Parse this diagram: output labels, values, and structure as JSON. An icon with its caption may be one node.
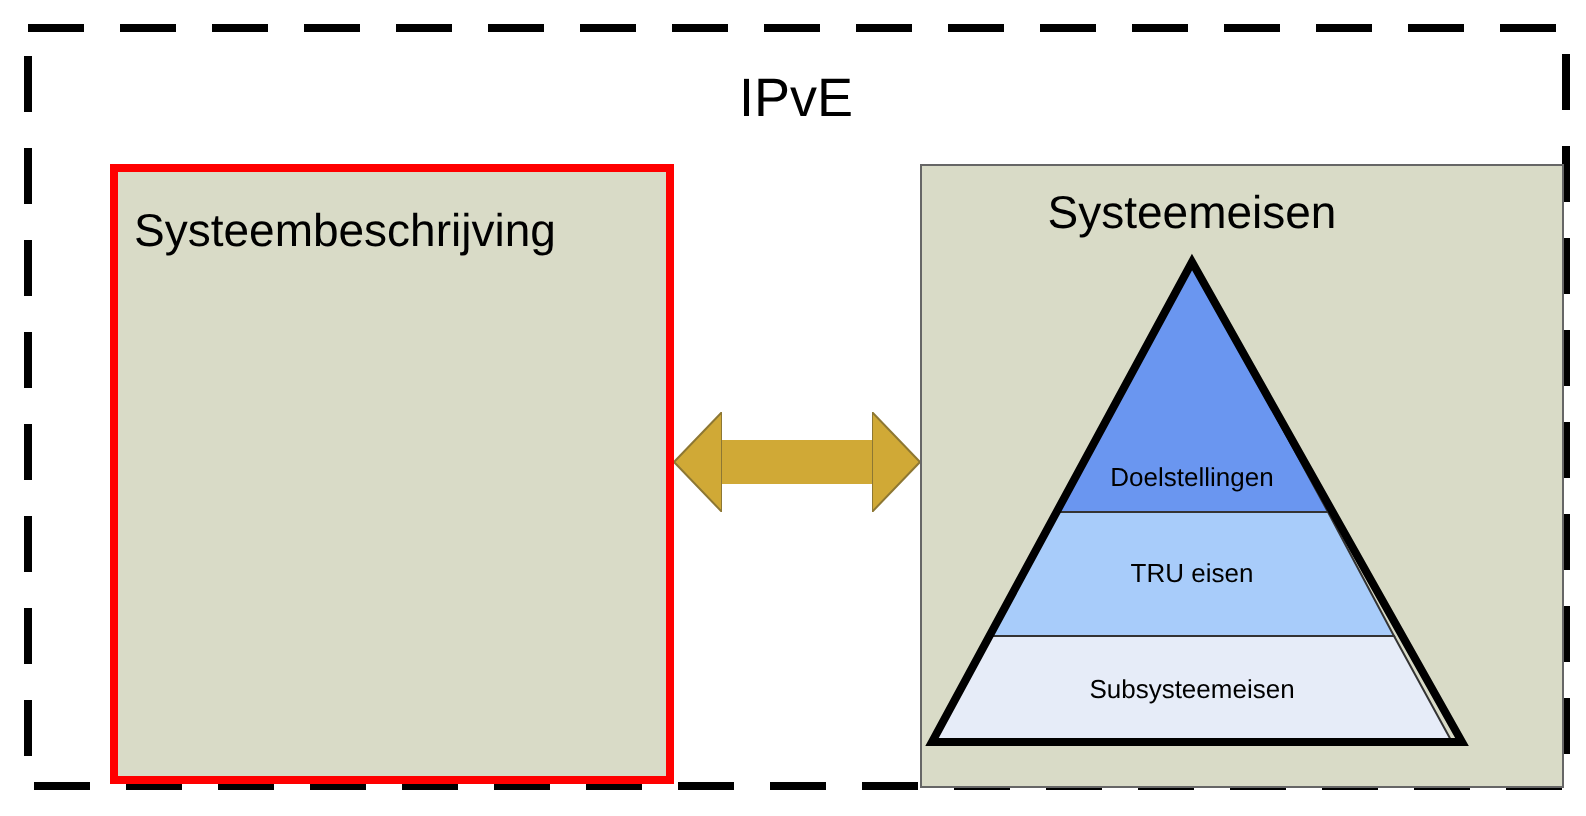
{
  "diagram": {
    "nodes": [
      {
        "text": [
          "IPvE"
        ]
      },
      {
        "text": [
          "Systeembeschrijving"
        ],
        "in": 0
      },
      {
        "text": [
          "Systeemeisen"
        ],
        "in": 0
      },
      {
        "text": [
          "Doelstellingen"
        ],
        "in": 2
      },
      {
        "text": [
          "TRU eisen"
        ],
        "in": 2
      },
      {
        "text": [
          "Subsysteemeisen"
        ],
        "in": 2
      }
    ],
    "edges": [
      {
        "from": 1,
        "to": 2,
        "arrow": "both",
        "color": "#c89b14"
      }
    ]
  }
}
